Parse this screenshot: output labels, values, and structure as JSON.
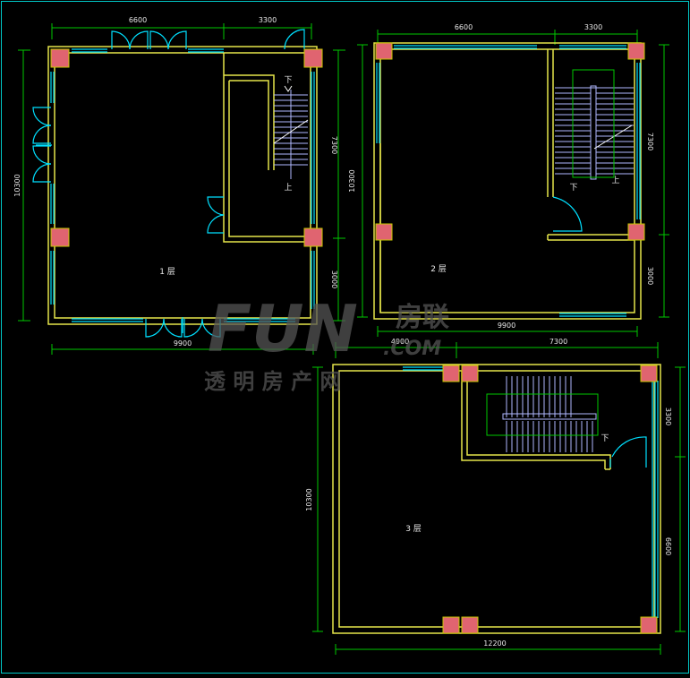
{
  "colors": {
    "frame": "#00c8c8",
    "wall": "#e6e64a",
    "dim": "#00c800",
    "window": "#00e0ff",
    "window_light": "#d8f6ff",
    "column_fill": "#e06470",
    "column_stroke": "#c8c800",
    "stair": "#b0b8ff",
    "label": "#e8e8e8",
    "watermark": "#555555"
  },
  "floors": [
    {
      "label": "1 层",
      "dims_top": [
        "6600",
        "3300"
      ],
      "dim_bottom": "9900",
      "dim_left": "10300",
      "dims_right": [
        "7300",
        "3000"
      ],
      "stair_up": "上",
      "stair_down": "下"
    },
    {
      "label": "2 层",
      "dims_top": [
        "6600",
        "3300"
      ],
      "dim_bottom": "9900",
      "dim_left": "10300",
      "dims_right": [
        "7300",
        "3000"
      ],
      "stair_up": "上",
      "stair_down": "下"
    },
    {
      "label": "3 层",
      "dims_top": [
        "4900",
        "7300"
      ],
      "dim_bottom": "12200",
      "dim_left": "10300",
      "dims_right": [
        "3300",
        "6600"
      ],
      "stair_down": "下"
    }
  ],
  "watermark": {
    "brand": "FUN",
    "brand_cn": "房联",
    "domain": ".COM",
    "tagline": "透 明 房 产 网"
  }
}
